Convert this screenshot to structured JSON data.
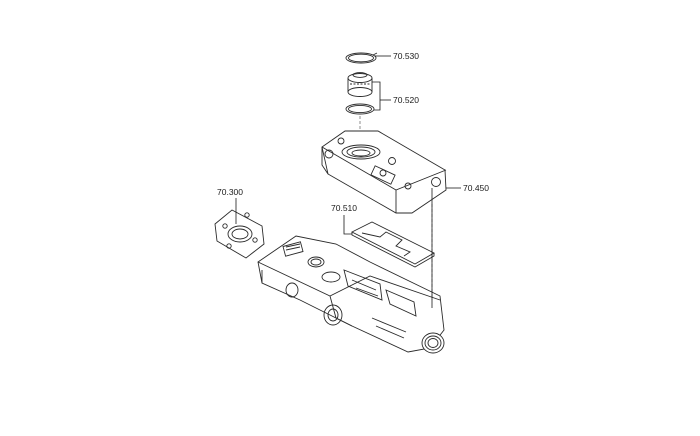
{
  "callouts": [
    {
      "id": "snap-ring",
      "label": "70.530"
    },
    {
      "id": "plug-and-oring",
      "label": "70.520"
    },
    {
      "id": "housing-cover",
      "label": "70.450"
    },
    {
      "id": "flat-gasket",
      "label": "70.510"
    },
    {
      "id": "cover-plate",
      "label": "70.300"
    }
  ],
  "colors": {
    "ink": "#2b2b2b",
    "background": "#ffffff"
  }
}
